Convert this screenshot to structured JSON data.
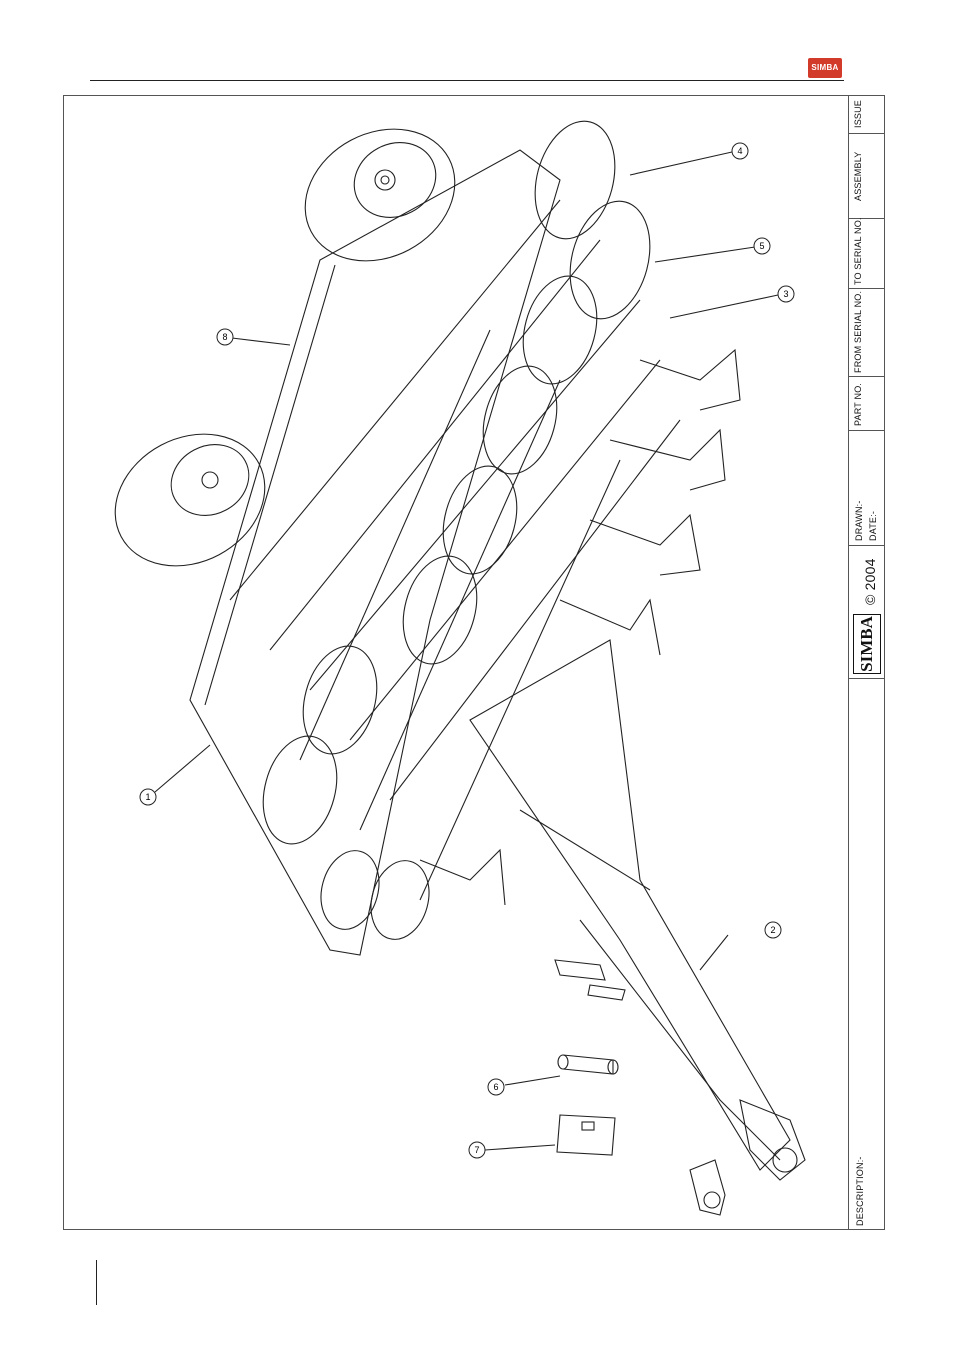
{
  "header": {
    "logo_text": "SIMBA"
  },
  "title_block": {
    "issue_label": "ISSUE",
    "assembly_label": "ASSEMBLY",
    "to_serial_label": "TO SERIAL NO.",
    "from_serial_label": "FROM SERIAL NO.",
    "part_no_label": "PART NO.",
    "drawn_label": "DRAWN:-",
    "date_label": "DATE:-",
    "brand": "SIMBA",
    "copyright": "© 2004",
    "description_label": "DESCRIPTION:-"
  },
  "callouts": [
    {
      "label": "1"
    },
    {
      "label": "2"
    },
    {
      "label": "3"
    },
    {
      "label": "4"
    },
    {
      "label": "5"
    },
    {
      "label": "6"
    },
    {
      "label": "7"
    },
    {
      "label": "8"
    }
  ]
}
